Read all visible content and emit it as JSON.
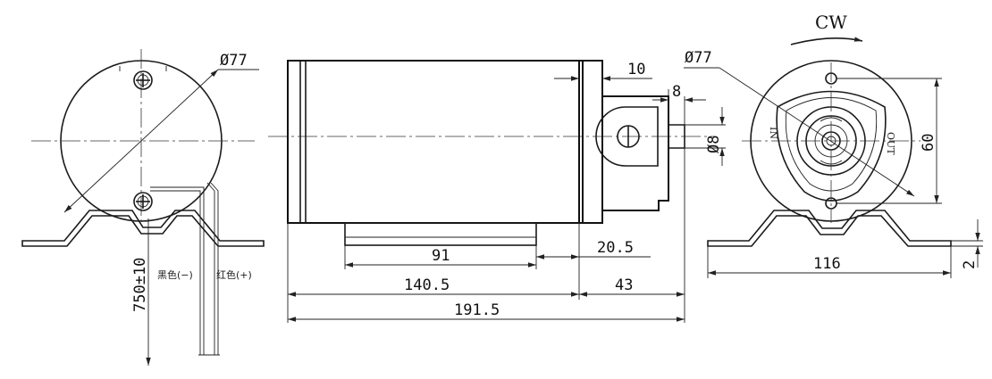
{
  "front_view": {
    "diameter_label": "Ø77",
    "lead_length_label": "750±10",
    "black_wire_label": "黑色(−)",
    "red_wire_label": "红色(+)"
  },
  "side_view": {
    "dim_flange": "10",
    "dim_shaft_step": "8",
    "dim_shaft_diameter": "Ø8",
    "dim_mount_length": "91",
    "dim_body_offset": "20.5",
    "dim_body_length": "140.5",
    "dim_pump_length": "43",
    "dim_total_length": "191.5"
  },
  "end_view": {
    "rotation_label": "CW",
    "diameter_label": "Ø77",
    "port_in_label": "IN",
    "port_out_label": "OUT",
    "dim_hole_spacing": "60",
    "dim_base_width": "116",
    "dim_base_thickness": "2"
  }
}
